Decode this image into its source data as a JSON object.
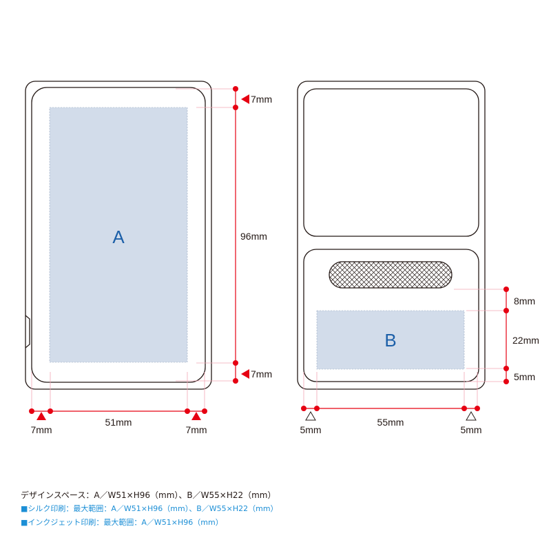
{
  "diagram": {
    "left_card": {
      "zone_label": "A",
      "dim_top_margin": "7mm",
      "dim_height": "96mm",
      "dim_bottom_margin": "7mm",
      "dim_left_margin": "7mm",
      "dim_width": "51mm",
      "dim_right_margin": "7mm"
    },
    "right_card": {
      "zone_label": "B",
      "dim_gap": "8mm",
      "dim_height": "22mm",
      "dim_bottom_margin": "5mm",
      "dim_left_margin": "5mm",
      "dim_width": "55mm",
      "dim_right_margin": "5mm"
    }
  },
  "notes": {
    "design_space": "デザインスペース：A／W51×H96（mm）、B／W55×H22（mm）",
    "silk_print": "■シルク印刷：最大範囲：A／W51×H96（mm）、B／W55×H22（mm）",
    "inkjet_print": "■インクジェット印刷：最大範囲：A／W51×H96（mm）"
  },
  "colors": {
    "outline": "#231815",
    "dimension": "#e60012",
    "guide": "#f3a6b5",
    "print_area": "#d2dcea",
    "zone_text": "#1c5fa8",
    "note_blue": "#1d8fd6"
  }
}
